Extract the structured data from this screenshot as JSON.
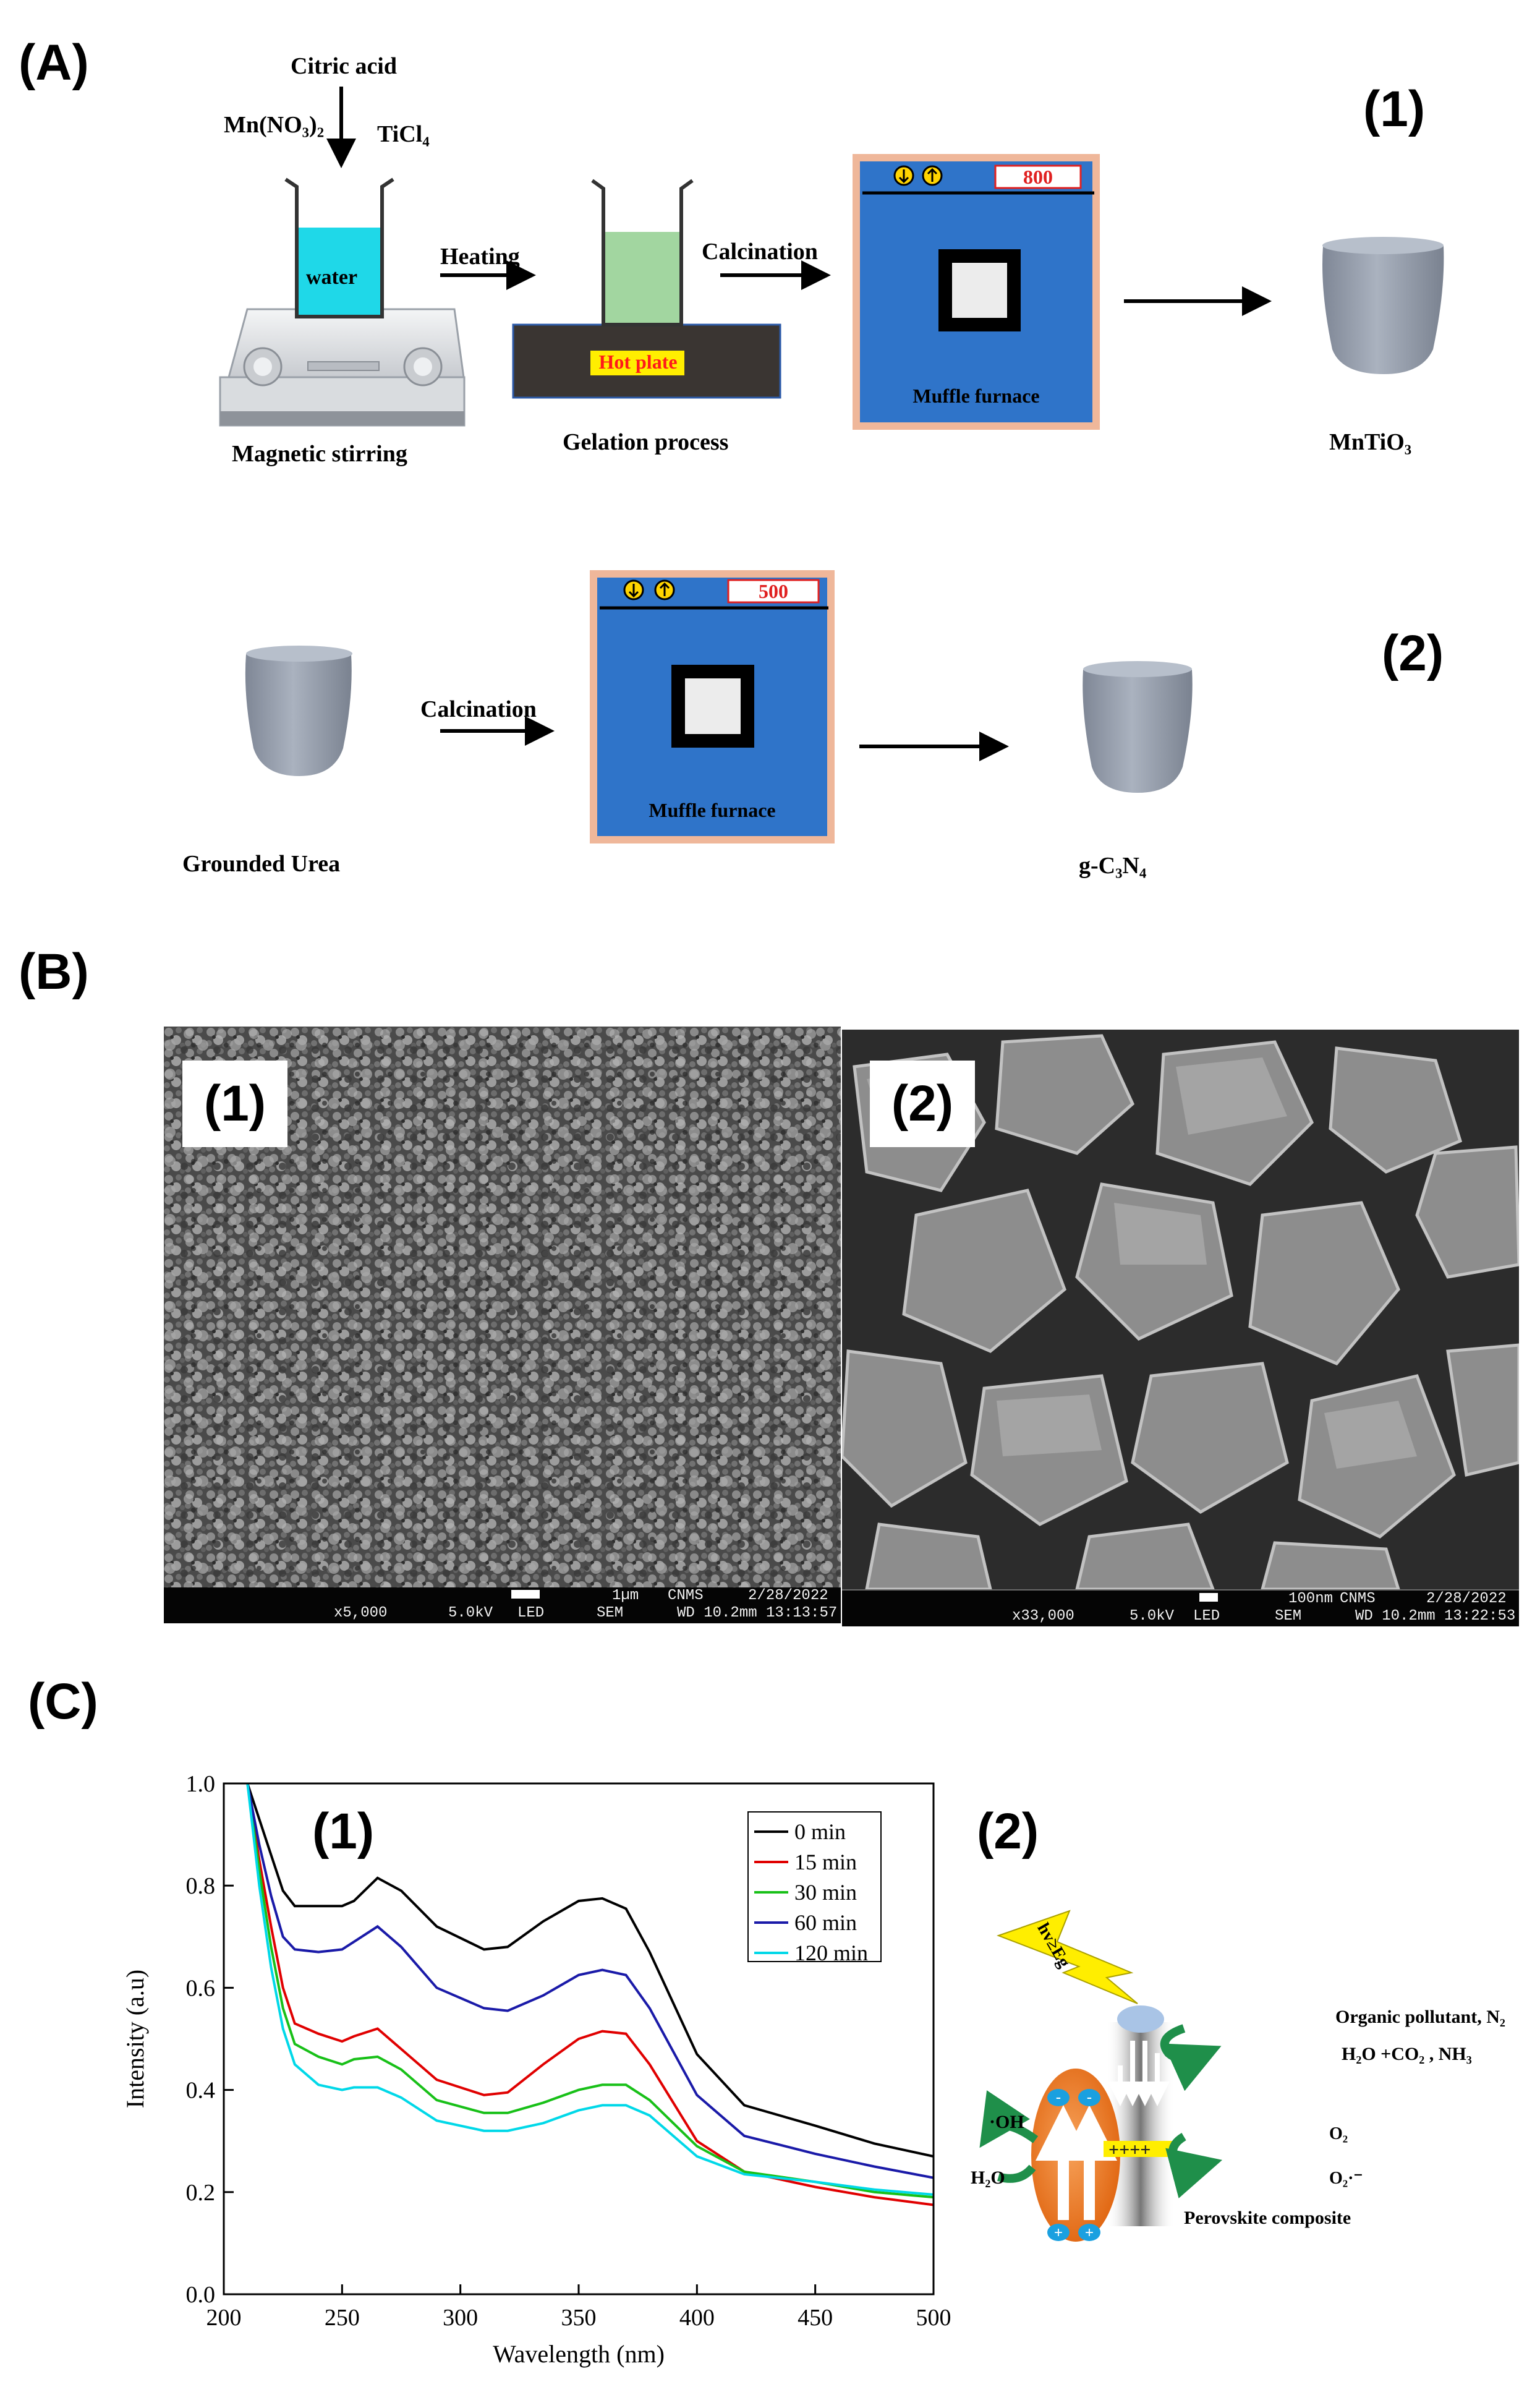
{
  "panelA": {
    "label": "(A)",
    "row1": {
      "number": "(1)",
      "citric_acid": "Citric acid",
      "mn_no3": "Mn(NO₃)₂",
      "ticl4": "TiCl₄",
      "water": "water",
      "magnetic_stirring": "Magnetic stirring",
      "heating": "Heating",
      "hot_plate": "Hot plate",
      "gelation": "Gelation process",
      "calcination": "Calcination",
      "furnace_temp": "800",
      "furnace_label": "Muffle furnace",
      "product": "MnTiO₃"
    },
    "row2": {
      "number": "(2)",
      "reactant": "Grounded Urea",
      "calcination": "Calcination",
      "furnace_temp": "500",
      "furnace_label": "Muffle furnace",
      "product": "g-C₃N₄"
    }
  },
  "panelB": {
    "label": "(B)",
    "left": {
      "number": "(1)",
      "scale": "1µm",
      "org": "CNMS",
      "date": "2/28/2022",
      "mag": "x5,000",
      "kv": "5.0kV",
      "det": "LED",
      "mode": "SEM",
      "wd_time": "WD 10.2mm 13:13:57"
    },
    "right": {
      "number": "(2)",
      "scale": "100nm",
      "org": "CNMS",
      "date": "2/28/2022",
      "mag": "x33,000",
      "kv": "5.0kV",
      "det": "LED",
      "mode": "SEM",
      "wd_time": "WD 10.2mm 13:22:53"
    }
  },
  "panelC": {
    "label": "(C)",
    "chart_number": "(1)",
    "scheme_number": "(2)",
    "scheme": {
      "light": "hv≥Eg",
      "organic": "Organic pollutant, N₂",
      "products": "H₂O +CO₂ , NH₃",
      "oh": "·OH",
      "h2o": "H₂O",
      "o2": "O₂",
      "o2rad": "O₂·⁻",
      "holes": "++++",
      "composite": "Perovskite composite"
    }
  },
  "chart_data": {
    "type": "line",
    "xlabel": "Wavelength (nm)",
    "ylabel": "Intensity (a.u)",
    "xlim": [
      200,
      500
    ],
    "ylim": [
      0.0,
      1.0
    ],
    "xticks": [
      200,
      250,
      300,
      350,
      400,
      450,
      500
    ],
    "yticks": [
      0.0,
      0.2,
      0.4,
      0.6,
      0.8,
      1.0
    ],
    "legend_position": "top-right",
    "x": [
      210,
      215,
      220,
      225,
      230,
      240,
      250,
      255,
      265,
      275,
      290,
      310,
      320,
      335,
      350,
      360,
      370,
      380,
      400,
      420,
      450,
      475,
      500
    ],
    "series": [
      {
        "name": "0 min",
        "color": "#000000",
        "values": [
          1.0,
          0.93,
          0.86,
          0.79,
          0.76,
          0.76,
          0.76,
          0.77,
          0.815,
          0.79,
          0.72,
          0.675,
          0.68,
          0.73,
          0.77,
          0.775,
          0.755,
          0.67,
          0.47,
          0.37,
          0.33,
          0.295,
          0.27
        ]
      },
      {
        "name": "15 min",
        "color": "#e00000",
        "values": [
          1.0,
          0.85,
          0.72,
          0.6,
          0.53,
          0.51,
          0.495,
          0.505,
          0.52,
          0.48,
          0.42,
          0.39,
          0.395,
          0.45,
          0.5,
          0.515,
          0.51,
          0.45,
          0.3,
          0.24,
          0.21,
          0.19,
          0.175
        ]
      },
      {
        "name": "30 min",
        "color": "#18c018",
        "values": [
          1.0,
          0.83,
          0.68,
          0.56,
          0.49,
          0.465,
          0.45,
          0.46,
          0.465,
          0.44,
          0.38,
          0.355,
          0.355,
          0.375,
          0.4,
          0.41,
          0.41,
          0.38,
          0.29,
          0.24,
          0.22,
          0.2,
          0.19
        ]
      },
      {
        "name": "60 min",
        "color": "#1a1aa8",
        "values": [
          1.0,
          0.88,
          0.78,
          0.7,
          0.675,
          0.67,
          0.675,
          0.69,
          0.72,
          0.68,
          0.6,
          0.56,
          0.555,
          0.585,
          0.625,
          0.635,
          0.625,
          0.56,
          0.39,
          0.31,
          0.275,
          0.25,
          0.228
        ]
      },
      {
        "name": "120 min",
        "color": "#00d8e8",
        "values": [
          1.0,
          0.8,
          0.64,
          0.52,
          0.45,
          0.41,
          0.4,
          0.405,
          0.405,
          0.385,
          0.34,
          0.32,
          0.32,
          0.335,
          0.36,
          0.37,
          0.37,
          0.35,
          0.27,
          0.235,
          0.22,
          0.205,
          0.195
        ]
      }
    ]
  },
  "colors": {
    "furnace_blue": "#2f74c9",
    "furnace_border": "#efb79a",
    "water_cyan": "#1fd8e8",
    "gel_green": "#a2d6a0",
    "hotplate_yellow": "#ffee00",
    "hotplate_red": "#ff1a1a",
    "crucible": "#9ba4b2",
    "arrow_green": "#1f8f4a",
    "semi_orange": "#f07a22"
  }
}
